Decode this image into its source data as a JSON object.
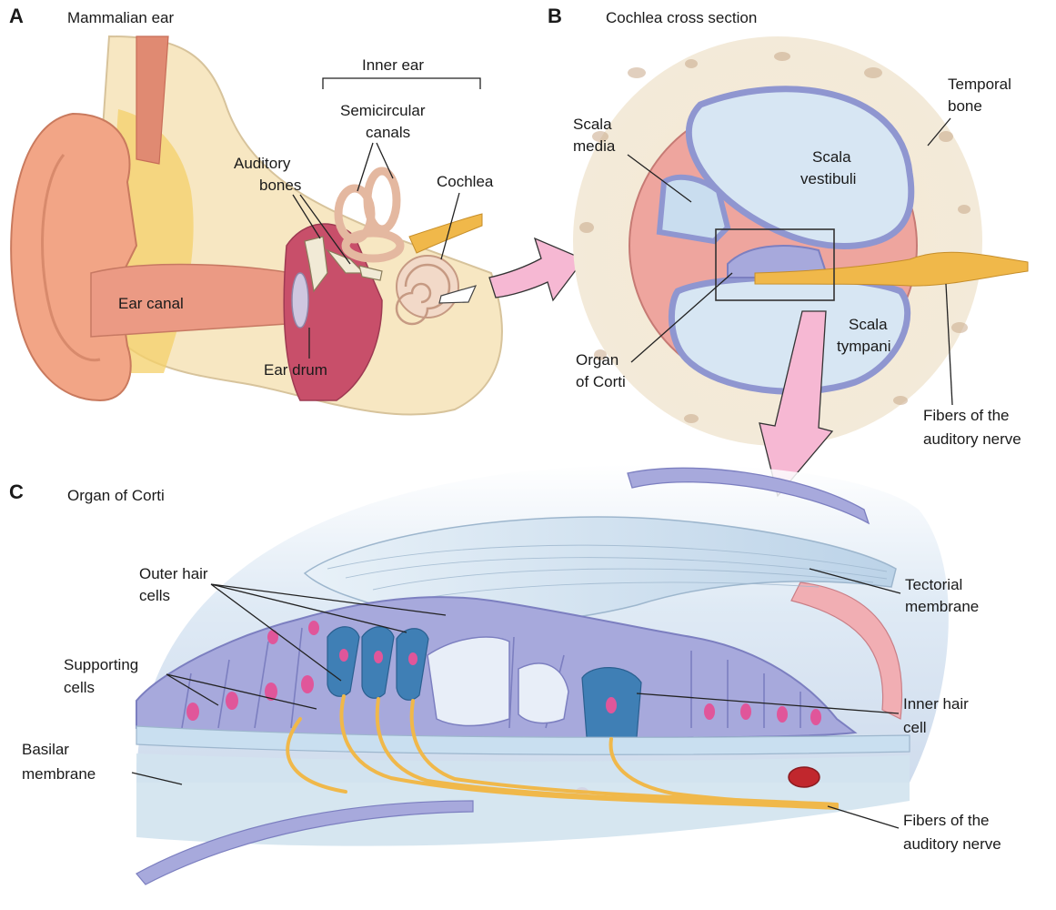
{
  "panels": {
    "a": {
      "letter": "A",
      "title": "Mammalian ear",
      "labels": {
        "inner_ear": "Inner ear",
        "semicircular_1": "Semicircular",
        "semicircular_2": "canals",
        "auditory_1": "Auditory",
        "auditory_2": "bones",
        "cochlea": "Cochlea",
        "ear_canal": "Ear canal",
        "ear_drum": "Ear drum"
      }
    },
    "b": {
      "letter": "B",
      "title": "Cochlea cross section",
      "labels": {
        "temporal_1": "Temporal",
        "temporal_2": "bone",
        "scala_media_1": "Scala",
        "scala_media_2": "media",
        "scala_vestibuli_1": "Scala",
        "scala_vestibuli_2": "vestibuli",
        "scala_tympani_1": "Scala",
        "scala_tympani_2": "tympani",
        "organ_corti_1": "Organ",
        "organ_corti_2": "of Corti",
        "fibers_1": "Fibers of the",
        "fibers_2": "auditory nerve"
      }
    },
    "c": {
      "letter": "C",
      "title": "Organ of Corti",
      "labels": {
        "outer_hair_1": "Outer hair",
        "outer_hair_2": "cells",
        "supporting_1": "Supporting",
        "supporting_2": "cells",
        "basilar_1": "Basilar",
        "basilar_2": "membrane",
        "tectorial_1": "Tectorial",
        "tectorial_2": "membrane",
        "inner_hair_1": "Inner hair",
        "inner_hair_2": "cell",
        "fibers_1": "Fibers of the",
        "fibers_2": "auditory nerve"
      }
    }
  },
  "colors": {
    "skin": "#f2a586",
    "bone": "#f3e6cf",
    "cell_blue": "#9aa0d8",
    "hair_cell": "#3f7fb5",
    "nucleus": "#e0569a",
    "nerve": "#f0b84a",
    "arrow": "#f6b8d3",
    "membrane": "#c9dff0"
  }
}
